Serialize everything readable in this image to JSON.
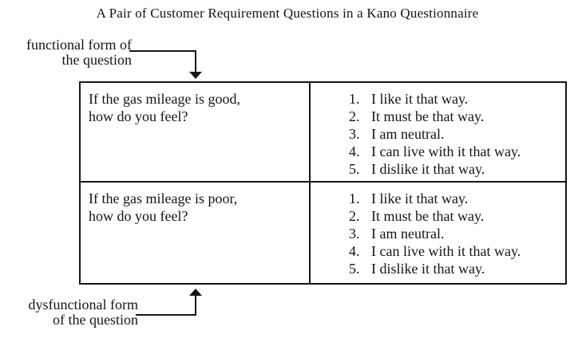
{
  "title": "A Pair of Customer Requirement Questions in a Kano Questionnaire",
  "annotations": {
    "functional": {
      "line1": "functional form of",
      "line2": "the question"
    },
    "dysfunctional": {
      "line1": "dysfunctional form",
      "line2": "of the question"
    }
  },
  "table": {
    "rows": [
      {
        "question_line1": "If the gas mileage is good,",
        "question_line2": "how do you feel?",
        "options": [
          {
            "num": "1.",
            "text": "I like it that way."
          },
          {
            "num": "2.",
            "text": "It must be that way."
          },
          {
            "num": "3.",
            "text": "I am neutral."
          },
          {
            "num": "4.",
            "text": "I can live with it that way."
          },
          {
            "num": "5.",
            "text": "I dislike it that way."
          }
        ]
      },
      {
        "question_line1": "If the gas mileage is poor,",
        "question_line2": "how do you feel?",
        "options": [
          {
            "num": "1.",
            "text": "I like it that way."
          },
          {
            "num": "2.",
            "text": "It must be that way."
          },
          {
            "num": "3.",
            "text": "I am neutral."
          },
          {
            "num": "4.",
            "text": "I can live with it that way."
          },
          {
            "num": "5.",
            "text": "I dislike it that way."
          }
        ]
      }
    ]
  },
  "colors": {
    "ink": "#151515",
    "background": "#ffffff"
  }
}
